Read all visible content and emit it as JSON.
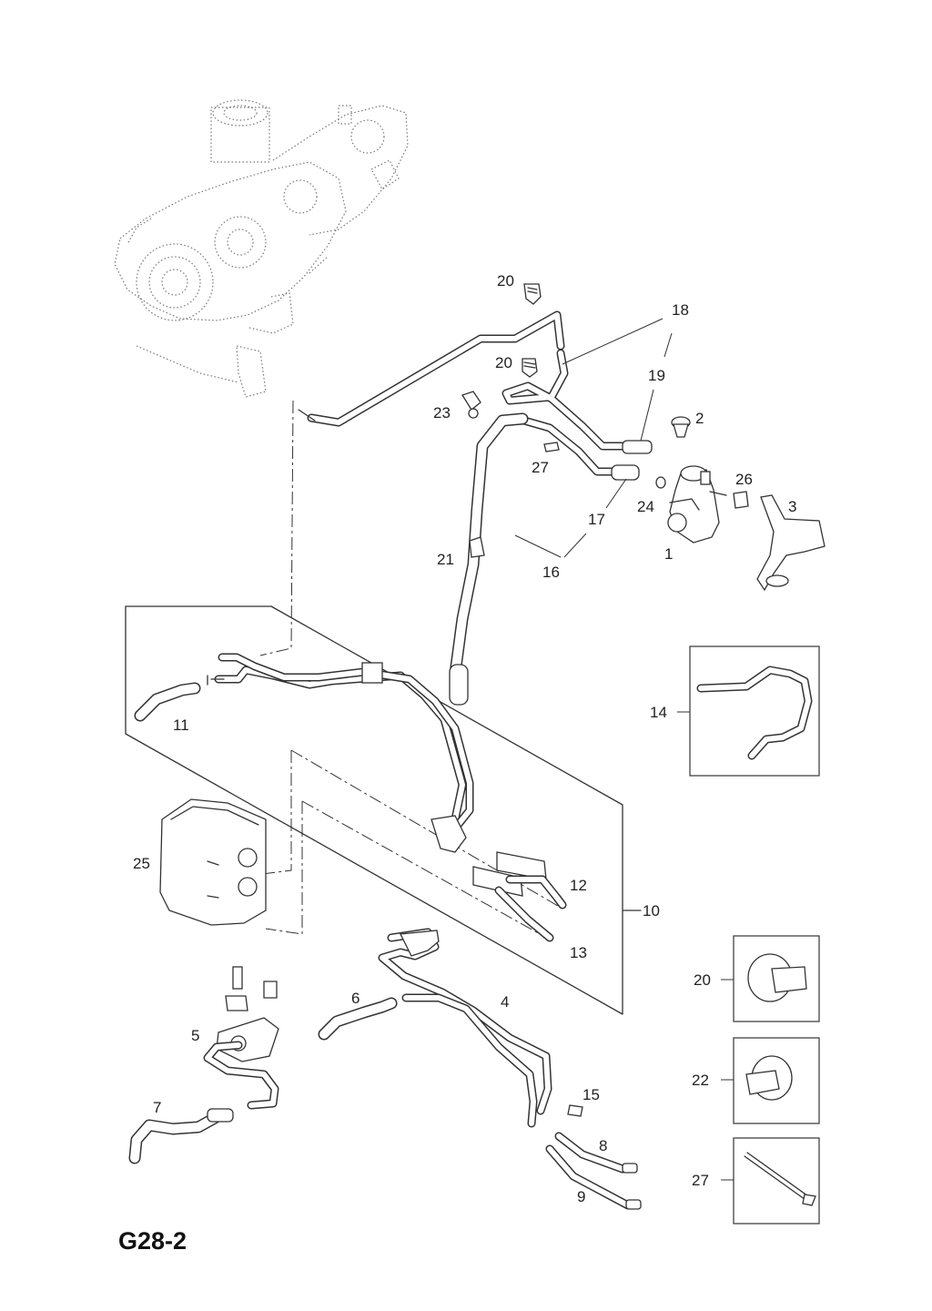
{
  "page_code": "G28-2",
  "callouts": {
    "c1": "1",
    "c2": "2",
    "c3": "3",
    "c4": "4",
    "c5": "5",
    "c6": "6",
    "c7": "7",
    "c8": "8",
    "c9": "9",
    "c10": "10",
    "c11": "11",
    "c12": "12",
    "c13": "13",
    "c14": "14",
    "c15": "15",
    "c16": "16",
    "c17": "17",
    "c18": "18",
    "c19": "19",
    "c20a": "20",
    "c20b": "20",
    "c21": "21",
    "c23": "23",
    "c24": "24",
    "c25": "25",
    "c26": "26",
    "c27": "27"
  },
  "detail_boxes": {
    "d14": "14",
    "d20": "20",
    "d22": "22",
    "d27": "27"
  }
}
